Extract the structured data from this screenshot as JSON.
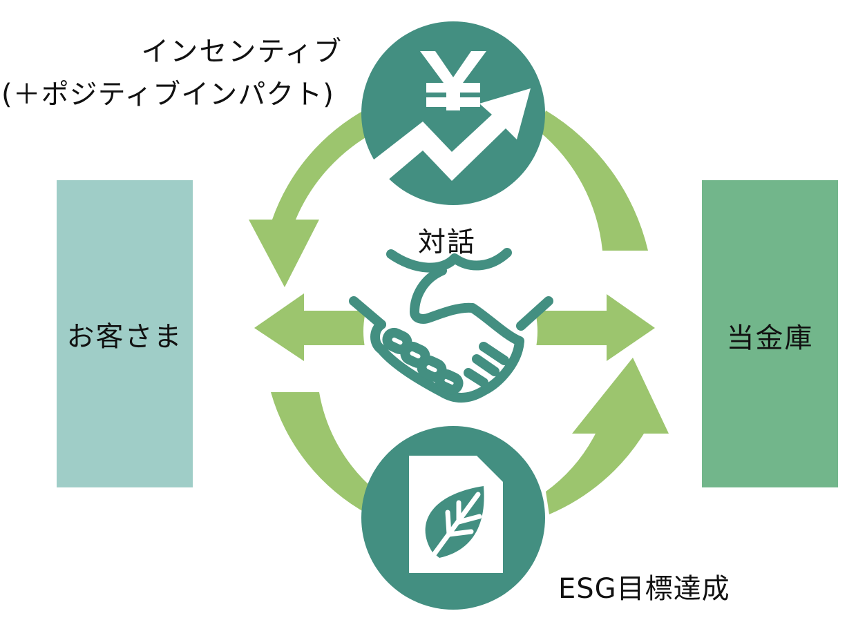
{
  "diagram": {
    "customer_label": "お客さま",
    "bank_label": "当金庫",
    "incentive_line1": "インセンティブ",
    "incentive_line2": "(＋ポジティブインパクト)",
    "dialogue_label": "対話",
    "esg_label": "ESG目標達成",
    "yen_symbol": "¥"
  },
  "colors": {
    "customer_box": "#9fcdc7",
    "bank_box": "#72b68b",
    "arrow_green": "#9cc56e",
    "circle_teal": "#438f81",
    "icon_white": "#ffffff"
  }
}
